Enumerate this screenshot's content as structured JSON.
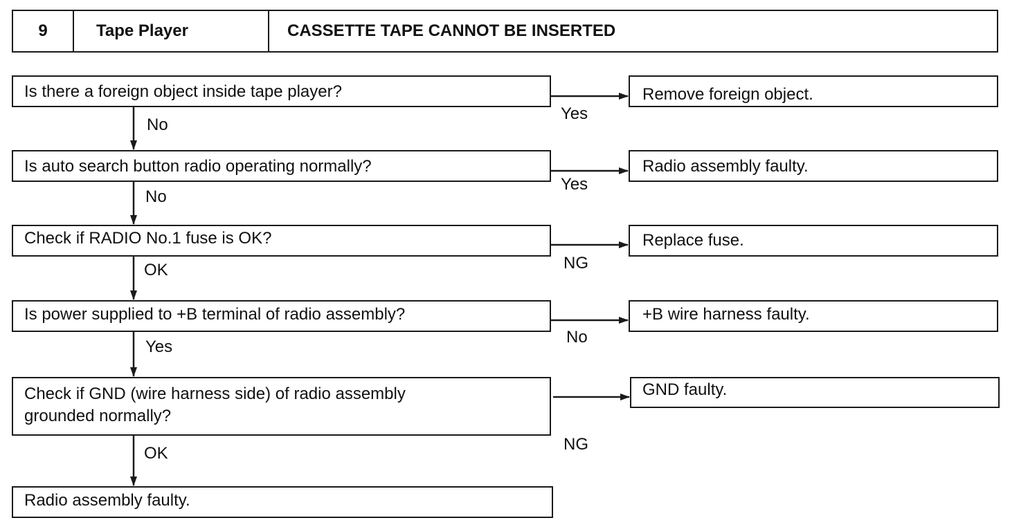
{
  "header": {
    "number": "9",
    "system": "Tape Player",
    "symptom": "CASSETTE TAPE CANNOT BE INSERTED"
  },
  "steps": [
    {
      "question": "Is there a foreign object inside tape player?",
      "branch_label": "Yes",
      "result": "Remove foreign object.",
      "down_label": "No"
    },
    {
      "question": "Is auto search button radio operating normally?",
      "branch_label": "Yes",
      "result": "Radio assembly faulty.",
      "down_label": "No"
    },
    {
      "question": "Check if RADIO No.1 fuse is OK?",
      "branch_label": "NG",
      "result": "Replace fuse.",
      "down_label": "OK"
    },
    {
      "question": "Is power supplied to +B terminal of radio assembly?",
      "branch_label": "No",
      "result": "+B wire harness faulty.",
      "down_label": "Yes"
    },
    {
      "question_line1": "Check if GND (wire harness side) of radio assembly",
      "question_line2": "grounded normally?",
      "branch_label": "NG",
      "result": "GND faulty.",
      "down_label": "OK"
    }
  ],
  "final": {
    "text": "Radio assembly faulty."
  }
}
